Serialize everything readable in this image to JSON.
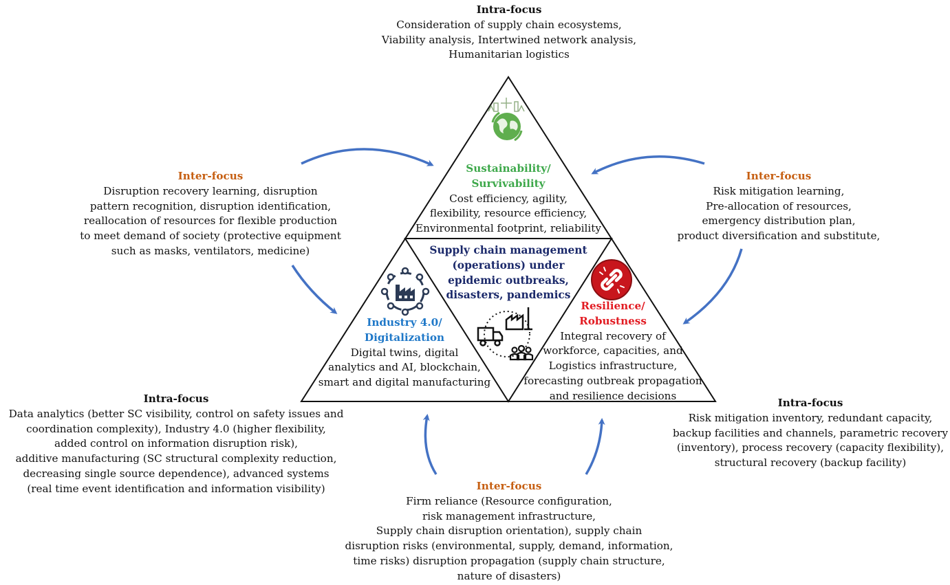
{
  "top_intra": {
    "heading": "Intra-focus",
    "lines": [
      "Consideration of supply chain ecosystems,",
      "Viability analysis, Intertwined network analysis,",
      "Humanitarian logistics"
    ]
  },
  "left_inter": {
    "heading": "Inter-focus",
    "lines": [
      "Disruption recovery learning, disruption",
      "pattern recognition, disruption identification,",
      "reallocation of resources for flexible production",
      "to meet demand of society (protective equipment",
      "such as masks, ventilators, medicine)"
    ]
  },
  "right_inter": {
    "heading": "Inter-focus",
    "lines": [
      "Risk mitigation learning,",
      "Pre-allocation of resources,",
      "emergency distribution plan,",
      "product diversification and substitute,"
    ]
  },
  "sustainability": {
    "heading_lines": [
      "Sustainability/",
      "Survivability"
    ],
    "lines": [
      "Cost efficiency, agility,",
      "flexibility, resource efficiency,",
      "Environmental footprint, reliability"
    ]
  },
  "center": {
    "lines": [
      "Supply chain management",
      "(operations) under",
      "epidemic outbreaks,",
      "disasters, pandemics"
    ]
  },
  "industry": {
    "heading_lines": [
      "Industry 4.0/",
      "Digitalization"
    ],
    "lines": [
      "Digital twins, digital",
      "analytics and AI, blockchain,",
      "smart and digital manufacturing"
    ]
  },
  "resilience": {
    "heading_lines": [
      "Resilience/",
      "Robustness"
    ],
    "lines": [
      "Integral recovery of",
      "workforce, capacities, and",
      "Logistics infrastructure,",
      "forecasting outbreak propagation",
      "and resilience decisions"
    ]
  },
  "left_intra": {
    "heading": "Intra-focus",
    "lines": [
      "Data analytics (better SC visibility, control on safety issues and",
      "coordination complexity), Industry 4.0 (higher flexibility,",
      "added control on information disruption risk),",
      "additive manufacturing (SC structural complexity reduction,",
      "decreasing single source dependence), advanced systems",
      "(real time event identification and information visibility)"
    ]
  },
  "right_intra": {
    "heading": "Intra-focus",
    "lines": [
      "Risk mitigation inventory, redundant capacity,",
      "backup facilities  and channels, parametric recovery",
      "(inventory), process recovery (capacity flexibility),",
      "structural recovery (backup facility)"
    ]
  },
  "bottom_inter": {
    "heading": "Inter-focus",
    "lines": [
      "Firm reliance (Resource configuration,",
      "risk management infrastructure,",
      "Supply chain disruption orientation), supply chain",
      "disruption risks (environmental, supply, demand, information,",
      "time risks) disruption propagation (supply chain structure,",
      "nature of disasters)"
    ]
  },
  "icons": [
    "globe-icon",
    "broken-link-icon",
    "factory-network-icon",
    "logistics-icon"
  ],
  "colors": {
    "inter_heading": "#c65f12",
    "sustainability": "#3da84a",
    "industry": "#1f78c8",
    "resilience": "#e21c23",
    "center": "#1c2a6b",
    "arrows": "#4472c4"
  }
}
